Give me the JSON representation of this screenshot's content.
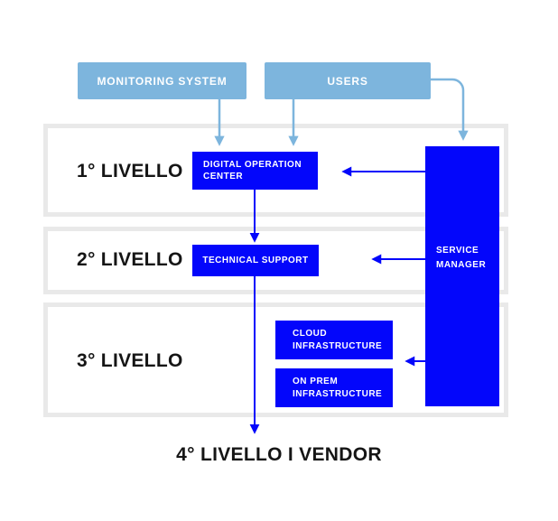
{
  "colors": {
    "accent_blue": "#0306fb",
    "light_blue": "#7db5dd",
    "band_border": "#e9e9e9",
    "text_dark": "#151515"
  },
  "sources": {
    "monitoring": {
      "label": "MONITORING SYSTEM"
    },
    "users": {
      "label": "USERS"
    }
  },
  "levels": {
    "level1": {
      "label": "1° LIVELLO"
    },
    "level2": {
      "label": "2° LIVELLO"
    },
    "level3": {
      "label": "3° LIVELLO"
    }
  },
  "nodes": {
    "digital_operation_center": {
      "label": "DIGITAL OPERATION CENTER"
    },
    "technical_support": {
      "label": "TECHNICAL SUPPORT"
    },
    "cloud_infrastructure": {
      "label": "CLOUD INFRASTRUCTURE"
    },
    "on_prem_infrastructure": {
      "label": "ON PREM INFRASTRUCTURE"
    },
    "service_manager": {
      "label": "SERVICE MANAGER"
    }
  },
  "footer": {
    "label": "4° LIVELLO I VENDOR"
  },
  "connections": [
    {
      "from": "monitoring-system",
      "to": "digital-operation-center"
    },
    {
      "from": "users",
      "to": "digital-operation-center"
    },
    {
      "from": "users",
      "to": "service-manager"
    },
    {
      "from": "digital-operation-center",
      "to": "technical-support"
    },
    {
      "from": "technical-support",
      "to": "livello-4-vendor"
    },
    {
      "from": "service-manager",
      "to": "digital-operation-center"
    },
    {
      "from": "service-manager",
      "to": "technical-support"
    },
    {
      "from": "service-manager",
      "to": "infrastructure"
    }
  ]
}
